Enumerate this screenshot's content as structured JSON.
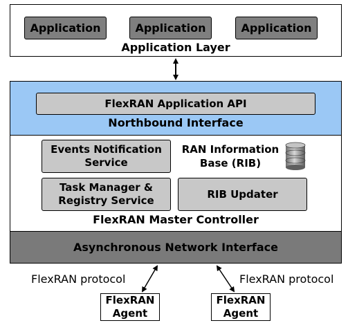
{
  "application_layer": {
    "apps": [
      "Application",
      "Application",
      "Application"
    ],
    "label": "Application Layer"
  },
  "northbound": {
    "api_label": "FlexRAN Application API",
    "label": "Northbound Interface"
  },
  "controller": {
    "events_line1": "Events Notification",
    "events_line2": "Service",
    "rib_line1": "RAN Information",
    "rib_line2": "Base (RIB)",
    "task_line1": "Task Manager &",
    "task_line2": "Registry Service",
    "rib_updater": "RIB Updater",
    "label": "FlexRAN Master Controller"
  },
  "async_interface": "Asynchronous Network Interface",
  "protocol": {
    "left": "FlexRAN protocol",
    "right": "FlexRAN protocol"
  },
  "agents": [
    {
      "line1": "FlexRAN",
      "line2": "Agent"
    },
    {
      "line1": "FlexRAN",
      "line2": "Agent"
    }
  ],
  "icons": {
    "database": "database-icon"
  },
  "colors": {
    "northbound_bg": "#9bc8f5",
    "app_box": "#7f7f7f",
    "component_box": "#c8c8c8",
    "async_bg": "#7a7a7a"
  }
}
